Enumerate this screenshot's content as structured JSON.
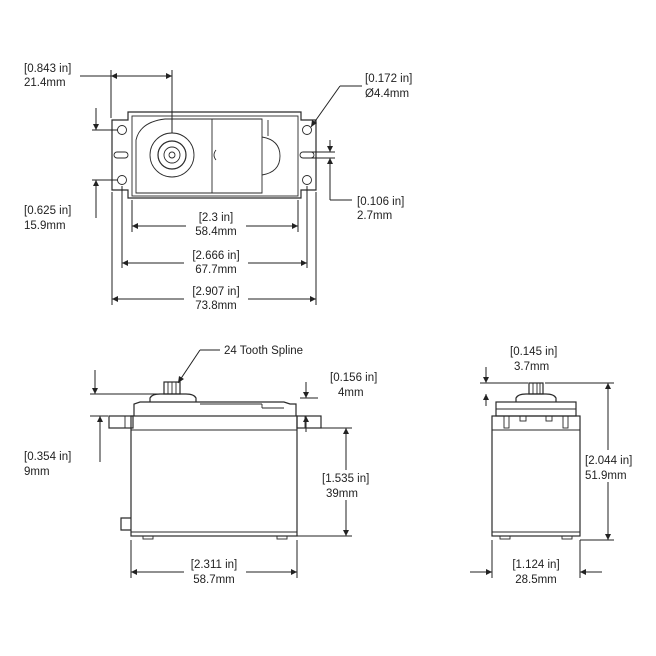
{
  "colors": {
    "ink": "#222222",
    "background": "#ffffff"
  },
  "top_view": {
    "width_between_holes": {
      "inch": "[2.3 in]",
      "mm": "58.4mm"
    },
    "width_between_tabs": {
      "inch": "[2.666 in]",
      "mm": "67.7mm"
    },
    "overall_length": {
      "inch": "[2.907 in]",
      "mm": "73.8mm"
    },
    "hole_diameter": {
      "inch": "[0.172 in]",
      "mm": "Ø4.4mm"
    },
    "edge_to_spline": {
      "inch": "[0.843 in]",
      "mm": "21.4mm"
    },
    "hole_spacing": {
      "inch": "[0.625 in]",
      "mm": "15.9mm"
    },
    "slot_width": {
      "inch": "[0.106 in]",
      "mm": "2.7mm"
    }
  },
  "side_view": {
    "spline_callout": "24 Tooth Spline",
    "spline_height": {
      "inch": "[0.156 in]",
      "mm": "4mm"
    },
    "tab_height": {
      "inch": "[0.354 in]",
      "mm": "9mm"
    },
    "body_height": {
      "inch": "[1.535 in]",
      "mm": "39mm"
    },
    "body_length": {
      "inch": "[2.311 in]",
      "mm": "58.7mm"
    }
  },
  "end_view": {
    "spline_height": {
      "inch": "[0.145 in]",
      "mm": "3.7mm"
    },
    "overall_height": {
      "inch": "[2.044 in]",
      "mm": "51.9mm"
    },
    "body_width": {
      "inch": "[1.124 in]",
      "mm": "28.5mm"
    }
  }
}
